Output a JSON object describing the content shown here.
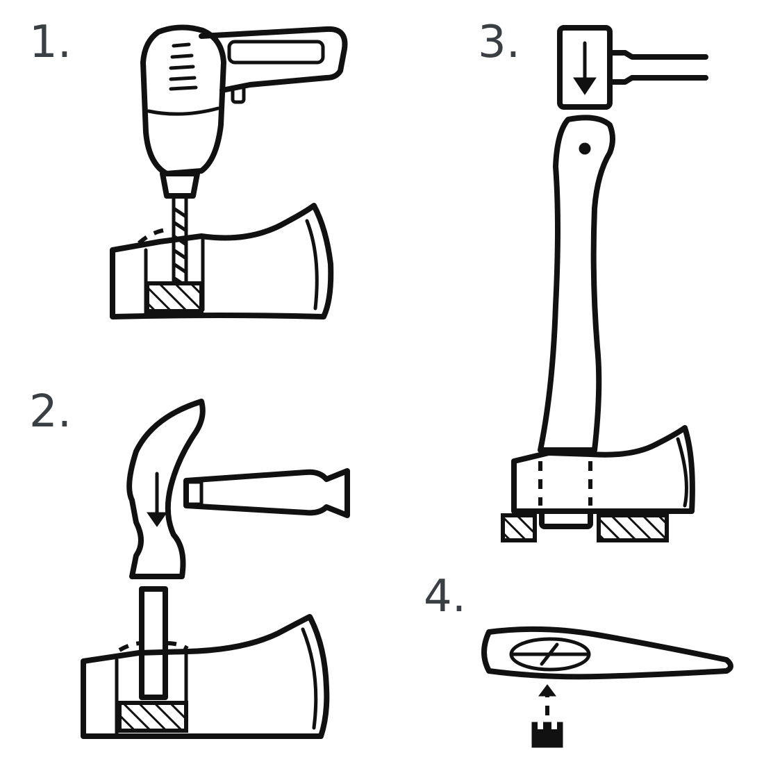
{
  "steps": [
    {
      "label": "1."
    },
    {
      "label": "2."
    },
    {
      "label": "3."
    },
    {
      "label": "4."
    }
  ]
}
